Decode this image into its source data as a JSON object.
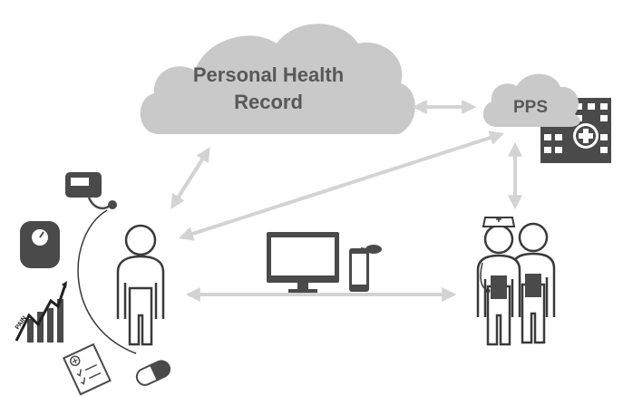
{
  "diagram": {
    "cloud_label_line1": "Personal Health",
    "cloud_label_line2": "Record",
    "pps_label": "PPS",
    "pain_label": "PAIN"
  },
  "icons": {
    "blood_pressure": "blood-pressure-monitor-icon",
    "scale": "weighing-scale-icon",
    "pain_chart": "pain-trend-chart-icon",
    "questionnaire": "questionnaire-clipboard-icon",
    "medication": "pill-capsule-icon",
    "patient": "patient-person-icon",
    "hospital": "hospital-building-icon",
    "clinicians": "clinicians-icon",
    "monitor": "desktop-monitor-icon",
    "phone": "smartphone-icon"
  },
  "colors": {
    "cloud": "#c9c9c9",
    "arrow": "#d3d3d3",
    "icon_dark": "#4a4a4a",
    "label_text": "#585858"
  }
}
